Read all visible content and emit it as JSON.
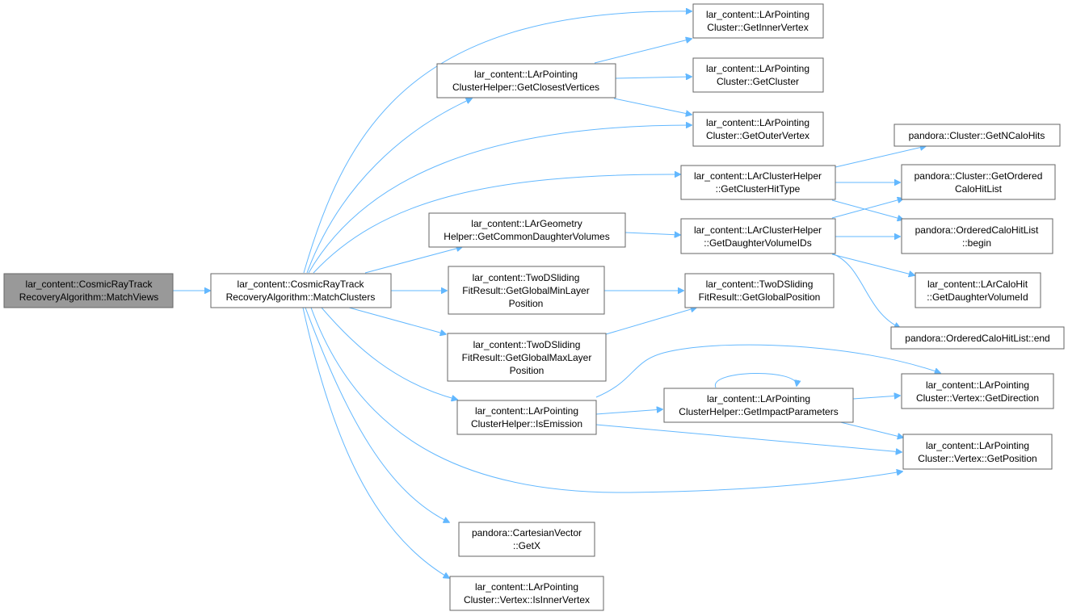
{
  "colors": {
    "edge": "#63b8ff",
    "node_border": "#666666",
    "root_fill": "#999999",
    "node_fill": "#ffffff"
  },
  "nodes": {
    "match_views": [
      "lar_content::CosmicRayTrack",
      "RecoveryAlgorithm::MatchViews"
    ],
    "match_clusters": [
      "lar_content::CosmicRayTrack",
      "RecoveryAlgorithm::MatchClusters"
    ],
    "get_closest_vertices": [
      "lar_content::LArPointing",
      "ClusterHelper::GetClosestVertices"
    ],
    "get_inner_vertex": [
      "lar_content::LArPointing",
      "Cluster::GetInnerVertex"
    ],
    "get_cluster": [
      "lar_content::LArPointing",
      "Cluster::GetCluster"
    ],
    "get_outer_vertex": [
      "lar_content::LArPointing",
      "Cluster::GetOuterVertex"
    ],
    "get_cluster_hit_type": [
      "lar_content::LArClusterHelper",
      "::GetClusterHitType"
    ],
    "get_n_calo_hits": [
      "pandora::Cluster::GetNCaloHits"
    ],
    "get_ordered_calo_hit_list": [
      "pandora::Cluster::GetOrdered",
      "CaloHitList"
    ],
    "get_common_daughter_volumes": [
      "lar_content::LArGeometry",
      "Helper::GetCommonDaughterVolumes"
    ],
    "get_daughter_volume_ids": [
      "lar_content::LArClusterHelper",
      "::GetDaughterVolumeIDs"
    ],
    "ordered_calo_hit_list_begin": [
      "pandora::OrderedCaloHitList",
      "::begin"
    ],
    "get_daughter_volume_id": [
      "lar_content::LArCaloHit",
      "::GetDaughterVolumeId"
    ],
    "ordered_calo_hit_list_end": [
      "pandora::OrderedCaloHitList::end"
    ],
    "get_global_min_layer_position": [
      "lar_content::TwoDSliding",
      "FitResult::GetGlobalMinLayer",
      "Position"
    ],
    "get_global_position": [
      "lar_content::TwoDSliding",
      "FitResult::GetGlobalPosition"
    ],
    "get_global_max_layer_position": [
      "lar_content::TwoDSliding",
      "FitResult::GetGlobalMaxLayer",
      "Position"
    ],
    "is_emission": [
      "lar_content::LArPointing",
      "ClusterHelper::IsEmission"
    ],
    "get_impact_parameters": [
      "lar_content::LArPointing",
      "ClusterHelper::GetImpactParameters"
    ],
    "get_direction": [
      "lar_content::LArPointing",
      "Cluster::Vertex::GetDirection"
    ],
    "get_position": [
      "lar_content::LArPointing",
      "Cluster::Vertex::GetPosition"
    ],
    "get_x": [
      "pandora::CartesianVector",
      "::GetX"
    ],
    "is_inner_vertex": [
      "lar_content::LArPointing",
      "Cluster::Vertex::IsInnerVertex"
    ]
  },
  "edges": [
    [
      "match_views",
      "match_clusters"
    ],
    [
      "match_clusters",
      "get_closest_vertices"
    ],
    [
      "match_clusters",
      "get_inner_vertex"
    ],
    [
      "match_clusters",
      "get_outer_vertex"
    ],
    [
      "match_clusters",
      "get_cluster_hit_type"
    ],
    [
      "match_clusters",
      "get_common_daughter_volumes"
    ],
    [
      "match_clusters",
      "get_global_min_layer_position"
    ],
    [
      "match_clusters",
      "get_global_max_layer_position"
    ],
    [
      "match_clusters",
      "is_emission"
    ],
    [
      "match_clusters",
      "get_position"
    ],
    [
      "match_clusters",
      "get_x"
    ],
    [
      "match_clusters",
      "is_inner_vertex"
    ],
    [
      "get_closest_vertices",
      "get_inner_vertex"
    ],
    [
      "get_closest_vertices",
      "get_cluster"
    ],
    [
      "get_closest_vertices",
      "get_outer_vertex"
    ],
    [
      "get_cluster_hit_type",
      "get_n_calo_hits"
    ],
    [
      "get_cluster_hit_type",
      "get_ordered_calo_hit_list"
    ],
    [
      "get_cluster_hit_type",
      "ordered_calo_hit_list_begin"
    ],
    [
      "get_common_daughter_volumes",
      "get_daughter_volume_ids"
    ],
    [
      "get_daughter_volume_ids",
      "get_ordered_calo_hit_list"
    ],
    [
      "get_daughter_volume_ids",
      "ordered_calo_hit_list_begin"
    ],
    [
      "get_daughter_volume_ids",
      "get_daughter_volume_id"
    ],
    [
      "get_daughter_volume_ids",
      "ordered_calo_hit_list_end"
    ],
    [
      "get_global_min_layer_position",
      "get_global_position"
    ],
    [
      "get_global_max_layer_position",
      "get_global_position"
    ],
    [
      "is_emission",
      "get_direction"
    ],
    [
      "is_emission",
      "get_impact_parameters"
    ],
    [
      "is_emission",
      "get_position"
    ],
    [
      "get_impact_parameters",
      "get_impact_parameters"
    ],
    [
      "get_impact_parameters",
      "get_direction"
    ],
    [
      "get_impact_parameters",
      "get_position"
    ]
  ]
}
